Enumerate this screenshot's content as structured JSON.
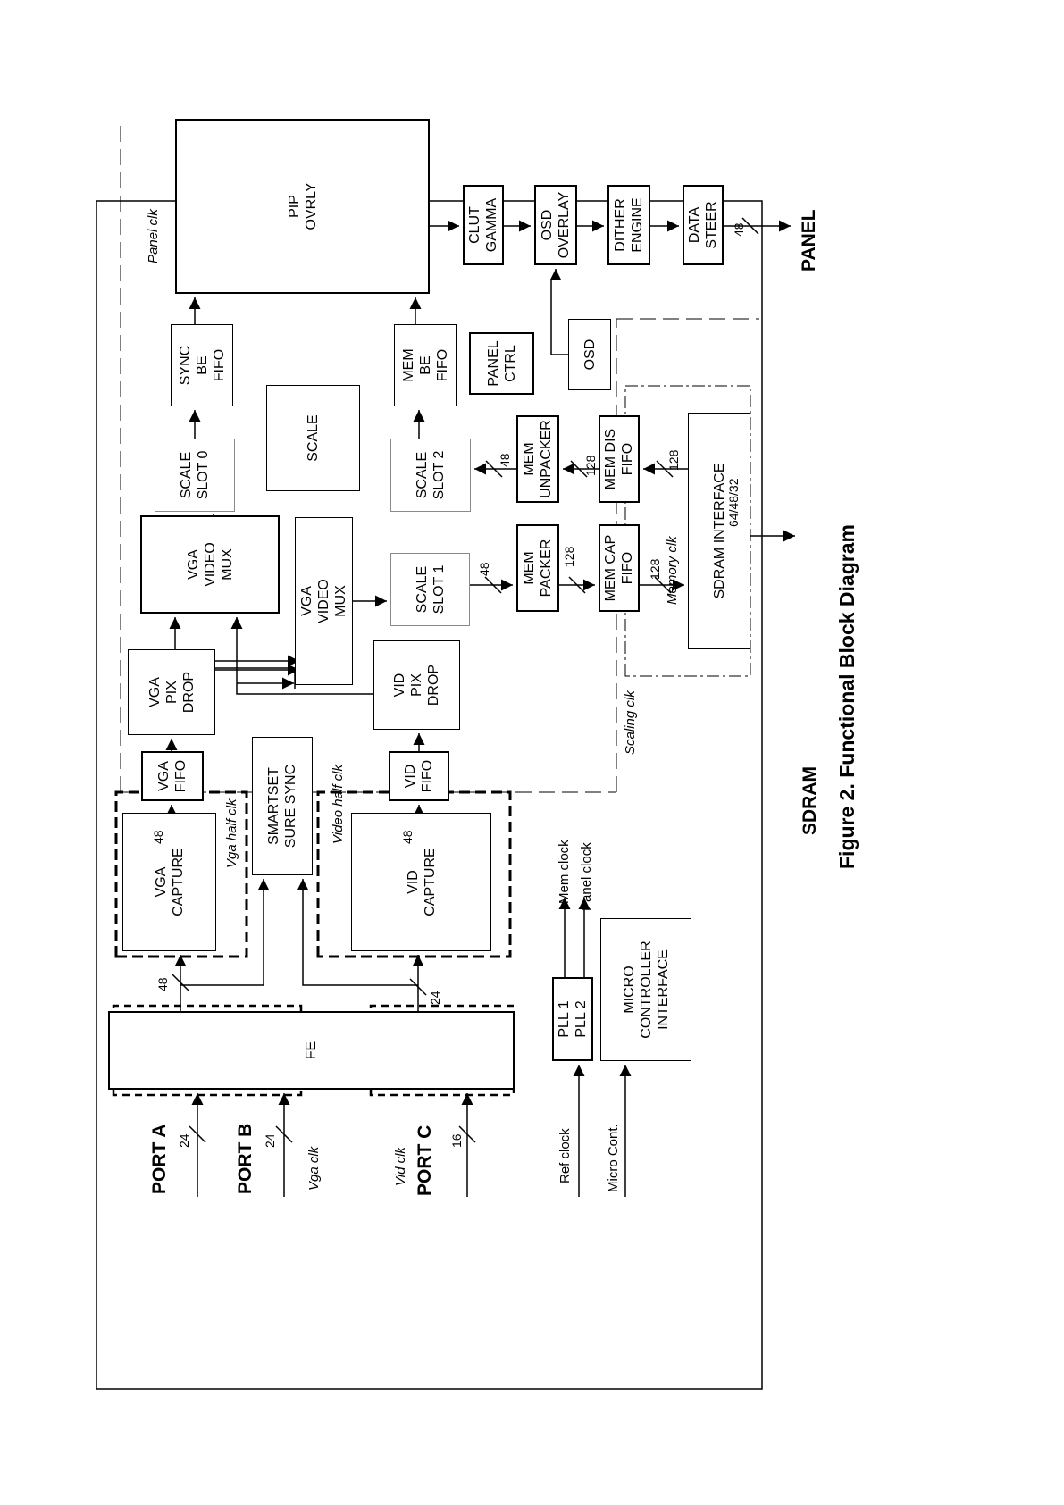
{
  "figure": {
    "caption": "Figure 2.  Functional Block Diagram"
  },
  "blocks": {
    "fe": "FE",
    "pll": "PLL 1\nPLL 2",
    "micro": "MICRO\nCONTROLLER\nINTERFACE",
    "vga_capture": "VGA\nCAPTURE",
    "vid_capture": "VID\nCAPTURE",
    "vga_fifo": "VGA\nFIFO",
    "vid_fifo": "VID\nFIFO",
    "smartset": "SMARTSET\nSURE SYNC",
    "vga_pix_drop": "VGA\nPIX\nDROP",
    "vid_pix_drop": "VID\nPIX\nDROP",
    "vga_video_mux_1": "VGA\nVIDEO\nMUX",
    "vga_video_mux_2": "VGA\nVIDEO\nMUX",
    "scale_slot_0": "SCALE\nSLOT 0",
    "scale_slot_1": "SCALE\nSLOT 1",
    "scale_slot_2": "SCALE\nSLOT 2",
    "scale": "SCALE",
    "sync_be_fifo": "SYNC\nBE\nFIFO",
    "mem_be_fifo": "MEM\nBE\nFIFO",
    "pip_ovrly": "PIP\nOVRLY",
    "mem_packer": "MEM\nPACKER",
    "mem_unpacker": "MEM\nUNPACKER",
    "mem_cap_fifo": "MEM CAP\nFIFO",
    "mem_dis_fifo": "MEM DIS\nFIFO",
    "sdram_interface": "SDRAM INTERFACE",
    "panel_ctrl": "PANEL\nCTRL",
    "osd": "OSD",
    "clut_gamma": "CLUT\nGAMMA",
    "osd_overlay": "OSD\nOVERLAY",
    "dither_engine": "DITHER\nENGINE",
    "data_steer": "DATA\nSTEER"
  },
  "ports": {
    "port_a": "PORT A",
    "port_b": "PORT B",
    "port_c": "PORT C",
    "panel": "PANEL",
    "sdram": "SDRAM"
  },
  "signals": {
    "vga_clk": "Vga clk",
    "vid_clk": "Vid clk",
    "ref_clock": "Ref clock",
    "micro_cont": "Micro Cont.",
    "mem_clock": "Mem clock",
    "panel_clock": "Panel clock"
  },
  "clock_domains": {
    "panel_clk": "Panel clk",
    "scaling_clk": "Scaling clk",
    "memory_clk": "Memory clk",
    "vga_half_clk": "Vga half clk",
    "video_half_clk": "Video half clk"
  },
  "bus_widths": {
    "port_a": "24",
    "port_b": "24",
    "port_c": "16",
    "fe_vga": "48",
    "fe_vid": "24",
    "vga_cap_fifo": "48",
    "vid_cap_fifo": "48",
    "slot1_packer": "48",
    "packer_capfifo": "128",
    "capfifo_sdram": "128",
    "sdram_disfifo": "128",
    "disfifo_unpacker": "128",
    "unpacker_slot2": "48",
    "sdram_width": "64/48/32",
    "panel_out": "48"
  }
}
